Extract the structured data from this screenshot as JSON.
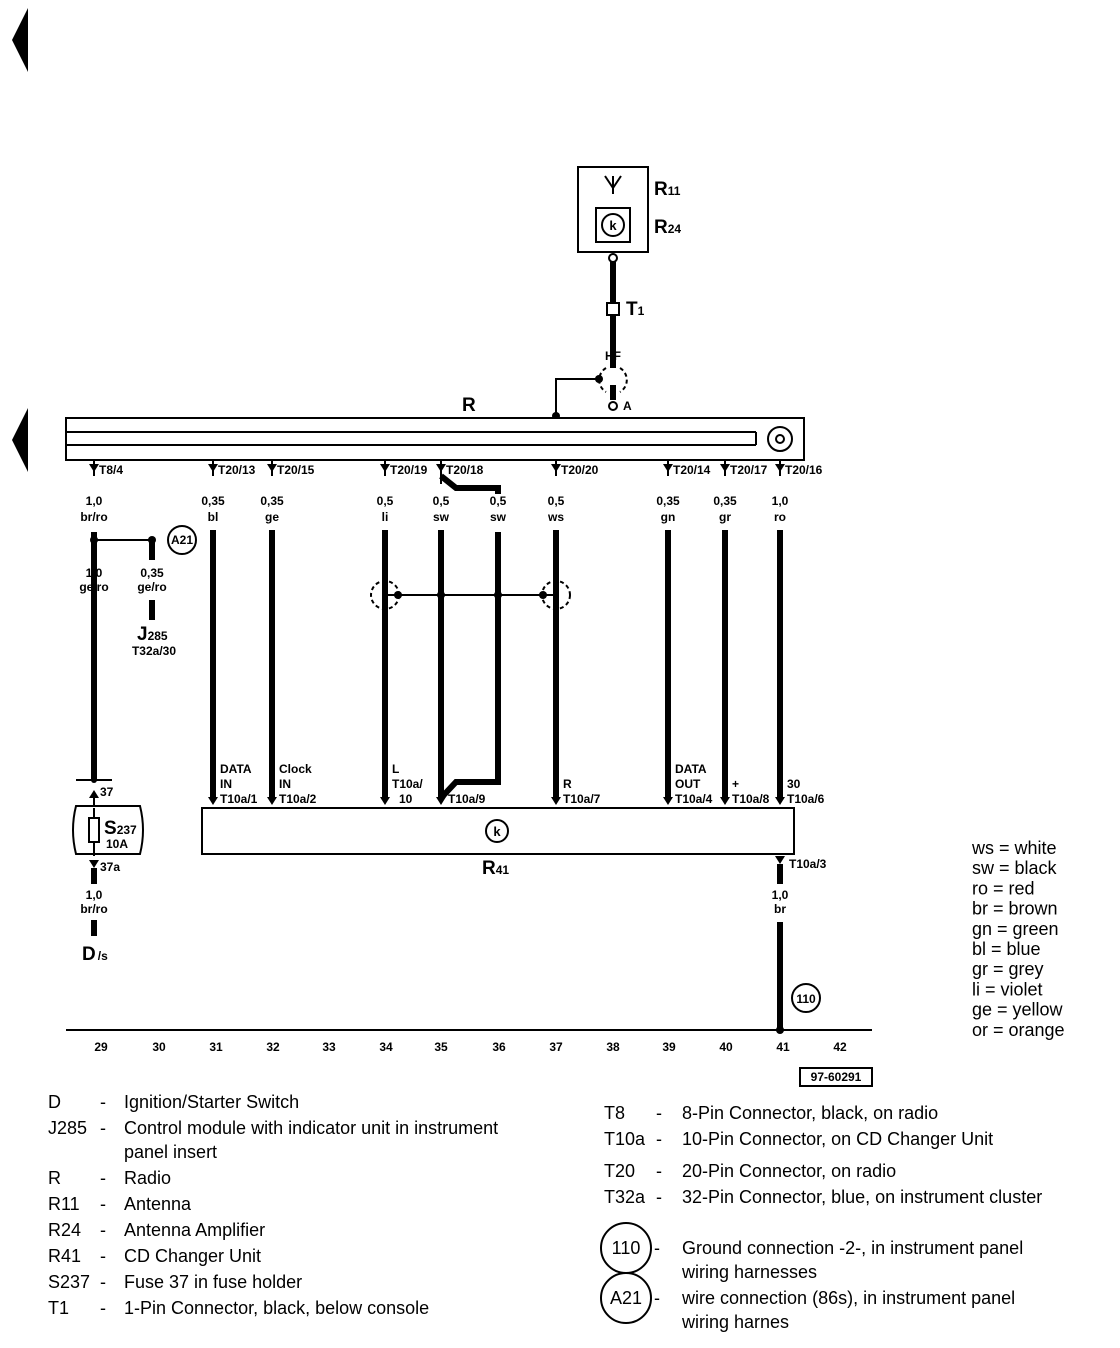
{
  "diagram": {
    "components": {
      "antenna_label": "R",
      "antenna_sub": "11",
      "amplifier_label": "R",
      "amplifier_sub": "24",
      "t1_label": "T",
      "t1_sub": "1",
      "hf_label": "HF",
      "a_label": "A",
      "radio_label": "R",
      "cd_label": "R",
      "cd_sub": "41",
      "fuse_label": "S",
      "fuse_sub": "237",
      "fuse_rating": "10A",
      "fuse_in": "37",
      "fuse_out": "37a",
      "ignition_label": "D",
      "ignition_sub": "/s",
      "j285_label": "J",
      "j285_sub": "285",
      "j285_pin": "T32a/30",
      "a21_label": "A21",
      "ground_label": "110",
      "ground_pin": "T10a/3",
      "ground_size": "1,0",
      "ground_color": "br",
      "k_symbol": "k",
      "ref_code": "97-60291"
    },
    "top_pins": [
      "T8/4",
      "T20/13",
      "T20/15",
      "T20/19",
      "T20/18",
      "T20/20",
      "T20/14",
      "T20/17",
      "T20/16"
    ],
    "wires": [
      {
        "size": "1,0",
        "color": "br/ro"
      },
      {
        "size": "0,35",
        "color": "bl"
      },
      {
        "size": "0,35",
        "color": "ge"
      },
      {
        "size": "0,5",
        "color": "li"
      },
      {
        "size": "0,5",
        "color": "sw"
      },
      {
        "size": "0,5",
        "color": "sw"
      },
      {
        "size": "0,5",
        "color": "ws"
      },
      {
        "size": "0,35",
        "color": "gn"
      },
      {
        "size": "0,35",
        "color": "gr"
      },
      {
        "size": "1,0",
        "color": "ro"
      }
    ],
    "left_branch": {
      "size": "1,0",
      "color": "ge/ro"
    },
    "a21_branch": {
      "size": "0,35",
      "color": "ge/ro"
    },
    "fuse_out_wire": {
      "size": "1,0",
      "color": "br/ro"
    },
    "cd_signals": [
      {
        "l1": "DATA",
        "l2": "IN",
        "pin": "T10a/1"
      },
      {
        "l1": "Clock",
        "l2": "IN",
        "pin": "T10a/2"
      },
      {
        "l1": "L",
        "l2": "T10a/",
        "pin": "10"
      },
      {
        "l1": "",
        "l2": "",
        "pin": "T10a/9"
      },
      {
        "l1": "",
        "l2": "R",
        "pin": "T10a/7"
      },
      {
        "l1": "DATA",
        "l2": "OUT",
        "pin": "T10a/4"
      },
      {
        "l1": "",
        "l2": "+",
        "pin": "T10a/8"
      },
      {
        "l1": "",
        "l2": "30",
        "pin": "T10a/6"
      }
    ],
    "columns": [
      "29",
      "30",
      "31",
      "32",
      "33",
      "34",
      "35",
      "36",
      "37",
      "38",
      "39",
      "40",
      "41",
      "42"
    ]
  },
  "color_key": [
    "ws = white",
    "sw = black",
    "ro = red",
    "br = brown",
    "gn = green",
    "bl = blue",
    "gr = grey",
    "li = violet",
    "ge = yellow",
    "or = orange"
  ],
  "legend_left": [
    {
      "code": "D",
      "sep": "-",
      "lines": [
        "Ignition/Starter Switch"
      ]
    },
    {
      "code": "J285",
      "sep": "-",
      "lines": [
        "Control module with indicator unit in instrument",
        "panel insert"
      ]
    },
    {
      "code": "R",
      "sep": "-",
      "lines": [
        "Radio"
      ]
    },
    {
      "code": "R11",
      "sep": "-",
      "lines": [
        "Antenna"
      ]
    },
    {
      "code": "R24",
      "sep": "-",
      "lines": [
        "Antenna Amplifier"
      ]
    },
    {
      "code": "R41",
      "sep": "-",
      "lines": [
        "CD Changer Unit"
      ]
    },
    {
      "code": "S237",
      "sep": "-",
      "lines": [
        "Fuse 37 in fuse holder"
      ]
    },
    {
      "code": "T1",
      "sep": "-",
      "lines": [
        "1-Pin Connector, black, below console"
      ]
    }
  ],
  "legend_right": [
    {
      "code": "T8",
      "sep": "-",
      "lines": [
        "8-Pin Connector, black, on radio"
      ]
    },
    {
      "code": "T10a",
      "sep": "-",
      "lines": [
        "10-Pin Connector, on CD Changer Unit"
      ]
    },
    {
      "code": "T20",
      "sep": "-",
      "lines": [
        "20-Pin Connector, on radio"
      ]
    },
    {
      "code": "T32a",
      "sep": "-",
      "lines": [
        "32-Pin Connector, blue, on instrument cluster"
      ]
    }
  ],
  "legend_circles": [
    {
      "code": "110",
      "sep": "-",
      "lines": [
        "Ground connection -2-, in instrument panel",
        "wiring harnesses"
      ]
    },
    {
      "code": "A21",
      "sep": "-",
      "lines": [
        "wire connection (86s), in instrument panel",
        "wiring harnes"
      ]
    }
  ]
}
